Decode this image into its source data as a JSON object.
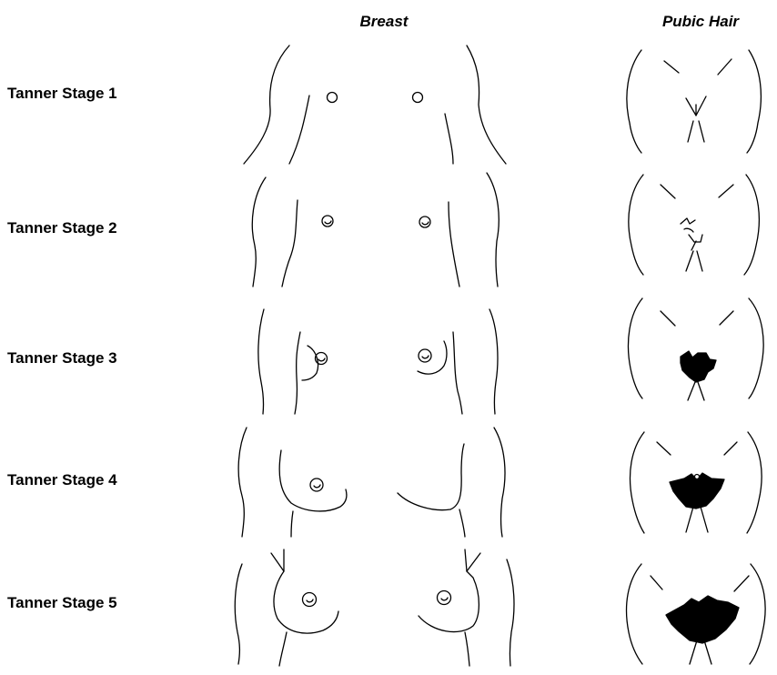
{
  "headers": {
    "breast": "Breast",
    "pubic_hair": "Pubic Hair"
  },
  "stages": [
    {
      "label": "Tanner Stage 1"
    },
    {
      "label": "Tanner Stage 2"
    },
    {
      "label": "Tanner Stage 3"
    },
    {
      "label": "Tanner Stage 4"
    },
    {
      "label": "Tanner Stage 5"
    }
  ]
}
